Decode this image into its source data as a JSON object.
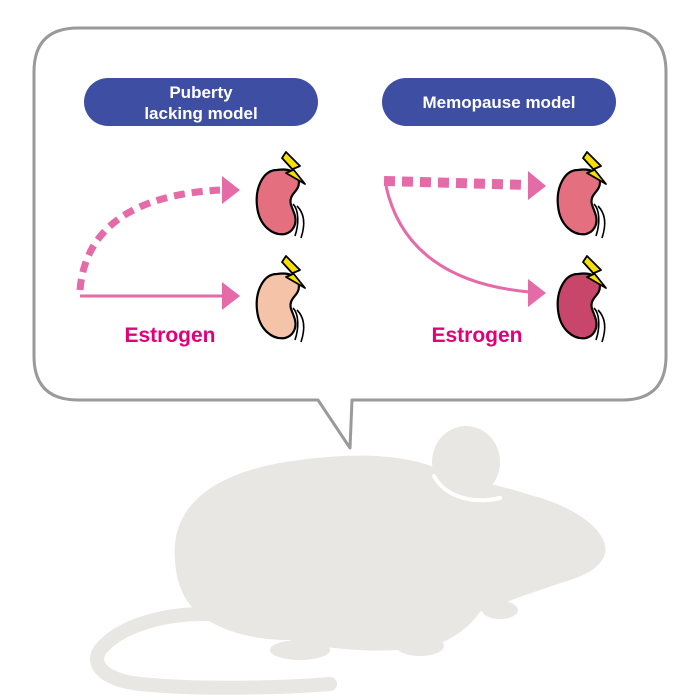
{
  "panels": [
    {
      "title_lines": [
        "Puberty",
        "lacking model"
      ],
      "arrow_label": "Estrogen",
      "kidneys": [
        "damaged",
        "protected"
      ]
    },
    {
      "title_lines": [
        "Memopause model"
      ],
      "arrow_label": "Estrogen",
      "kidneys": [
        "damaged",
        "severely-damaged"
      ]
    }
  ],
  "colors": {
    "pill": "#3e4fa3",
    "accent": "#e2007a",
    "arrow": "#e56aa8",
    "kidney_red": "#e46f7e",
    "kidney_pale": "#f4c3a8",
    "kidney_dark": "#c8466a",
    "lightning": "#f7e000",
    "bubble_border": "#9a9a9a",
    "mouse": "#e9e7e4"
  },
  "icons": [
    "kidney-icon",
    "lightning-icon",
    "mouse-silhouette"
  ]
}
